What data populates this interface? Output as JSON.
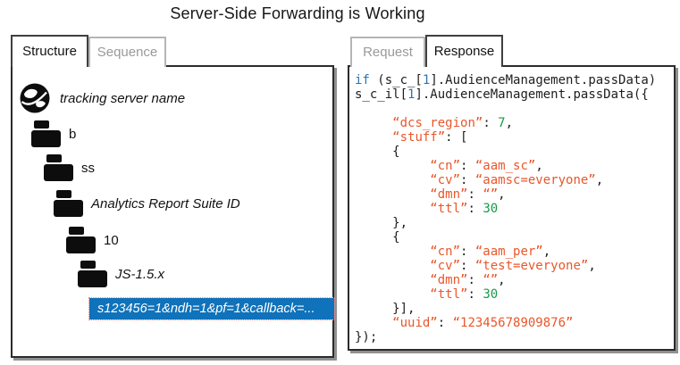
{
  "title": "Server-Side Forwarding is Working",
  "colors": {
    "highlight_blue": "#0f72ba",
    "code_keyword_blue": "#2b74b8",
    "code_string_orange": "#e9572b",
    "code_number_green": "#17994a",
    "panel_border": "#2b2b2b",
    "panel_shadow": "#909090",
    "inactive_tab_gray": "#9a9a9a"
  },
  "left_panel": {
    "tabs": [
      {
        "label": "Structure",
        "active": true
      },
      {
        "label": "Sequence",
        "active": false
      }
    ],
    "tree": {
      "items": [
        {
          "icon": "globe-icon",
          "label": "tracking server name",
          "italic": true
        },
        {
          "icon": "folder-icon",
          "label": "b",
          "italic": false
        },
        {
          "icon": "folder-icon",
          "label": "ss",
          "italic": false
        },
        {
          "icon": "folder-icon",
          "label": "Analytics Report Suite ID",
          "italic": true
        },
        {
          "icon": "folder-icon",
          "label": "10",
          "italic": false
        },
        {
          "icon": "folder-icon",
          "label": "JS-1.5.x",
          "italic": true
        }
      ],
      "selected_request": "s123456=1&ndh=1&pf=1&callback=..."
    }
  },
  "right_panel": {
    "tabs": [
      {
        "label": "Request",
        "active": false
      },
      {
        "label": "Response",
        "active": true
      }
    ],
    "code": {
      "lines": [
        [
          [
            "kw",
            "if"
          ],
          [
            "pl",
            " (s_c_["
          ],
          [
            "numb",
            "1"
          ],
          [
            "pl",
            "].AudienceManagement.passData)"
          ]
        ],
        [
          [
            "pl",
            "s_c_il["
          ],
          [
            "numb",
            "1"
          ],
          [
            "pl",
            "].AudienceManagement.passData({"
          ]
        ],
        [],
        [
          [
            "pl",
            "     "
          ],
          [
            "str",
            "“dcs_region”"
          ],
          [
            "pl",
            ": "
          ],
          [
            "numg",
            "7"
          ],
          [
            "pl",
            ","
          ]
        ],
        [
          [
            "pl",
            "     "
          ],
          [
            "str",
            "“stuff”"
          ],
          [
            "pl",
            ": ["
          ]
        ],
        [
          [
            "pl",
            "     {"
          ]
        ],
        [
          [
            "pl",
            "          "
          ],
          [
            "str",
            "“cn”"
          ],
          [
            "pl",
            ": "
          ],
          [
            "str",
            "“aam_sc”"
          ],
          [
            "pl",
            ","
          ]
        ],
        [
          [
            "pl",
            "          "
          ],
          [
            "str",
            "“cv”"
          ],
          [
            "pl",
            ": "
          ],
          [
            "str",
            "“aamsc=everyone”"
          ],
          [
            "pl",
            ","
          ]
        ],
        [
          [
            "pl",
            "          "
          ],
          [
            "str",
            "“dmn”"
          ],
          [
            "pl",
            ": "
          ],
          [
            "str",
            "“”"
          ],
          [
            "pl",
            ","
          ]
        ],
        [
          [
            "pl",
            "          "
          ],
          [
            "str",
            "“ttl”"
          ],
          [
            "pl",
            ": "
          ],
          [
            "numg",
            "30"
          ]
        ],
        [
          [
            "pl",
            "     },"
          ]
        ],
        [
          [
            "pl",
            "     {"
          ]
        ],
        [
          [
            "pl",
            "          "
          ],
          [
            "str",
            "“cn”"
          ],
          [
            "pl",
            ": "
          ],
          [
            "str",
            "“aam_per”"
          ],
          [
            "pl",
            ","
          ]
        ],
        [
          [
            "pl",
            "          "
          ],
          [
            "str",
            "“cv”"
          ],
          [
            "pl",
            ": "
          ],
          [
            "str",
            "“test=everyone”"
          ],
          [
            "pl",
            ","
          ]
        ],
        [
          [
            "pl",
            "          "
          ],
          [
            "str",
            "“dmn”"
          ],
          [
            "pl",
            ": "
          ],
          [
            "str",
            "“”"
          ],
          [
            "pl",
            ","
          ]
        ],
        [
          [
            "pl",
            "          "
          ],
          [
            "str",
            "“ttl”"
          ],
          [
            "pl",
            ": "
          ],
          [
            "numg",
            "30"
          ]
        ],
        [
          [
            "pl",
            "     }],"
          ]
        ],
        [
          [
            "pl",
            "     "
          ],
          [
            "str",
            "“uuid”"
          ],
          [
            "pl",
            ": "
          ],
          [
            "str",
            "“12345678909876”"
          ]
        ],
        [
          [
            "pl",
            "});"
          ]
        ]
      ]
    }
  }
}
